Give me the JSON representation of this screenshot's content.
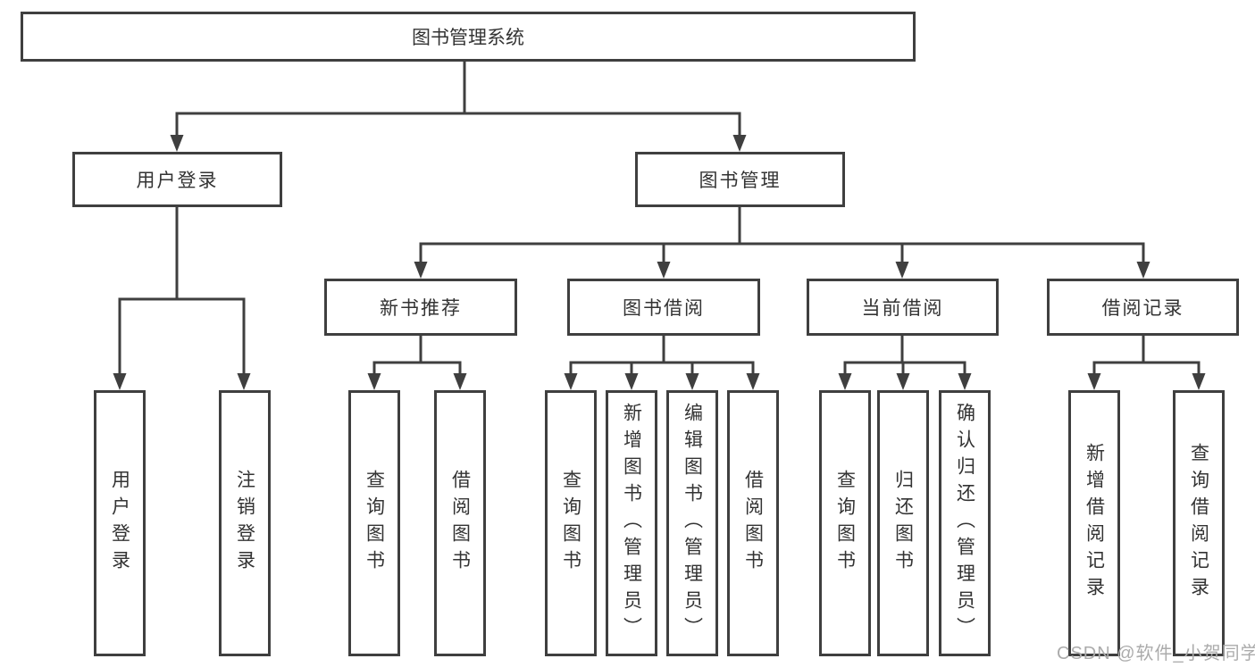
{
  "tree": {
    "root": {
      "label": "图书管理系统"
    },
    "user_login": {
      "label": "用户登录",
      "children": [
        {
          "label": "用户登录"
        },
        {
          "label": "注销登录"
        }
      ]
    },
    "book_mgmt": {
      "label": "图书管理",
      "groups": [
        {
          "label": "新书推荐",
          "children": [
            {
              "label": "查询图书"
            },
            {
              "label": "借阅图书"
            }
          ]
        },
        {
          "label": "图书借阅",
          "children": [
            {
              "label": "查询图书"
            },
            {
              "label": "新增图书（管理员）"
            },
            {
              "label": "编辑图书（管理员）"
            },
            {
              "label": "借阅图书"
            }
          ]
        },
        {
          "label": "当前借阅",
          "children": [
            {
              "label": "查询图书"
            },
            {
              "label": "归还图书"
            },
            {
              "label": "确认归还（管理员）"
            }
          ]
        },
        {
          "label": "借阅记录",
          "children": [
            {
              "label": "新增借阅记录"
            },
            {
              "label": "查询借阅记录"
            }
          ]
        }
      ]
    }
  },
  "watermark": {
    "text": "CSDN @软件_小贺同学",
    "color": "#ababab"
  },
  "colors": {
    "line": "#3f3f3f",
    "box_border": "#3f3f3f",
    "box_bg": "#ffffff",
    "text": "#333333"
  }
}
